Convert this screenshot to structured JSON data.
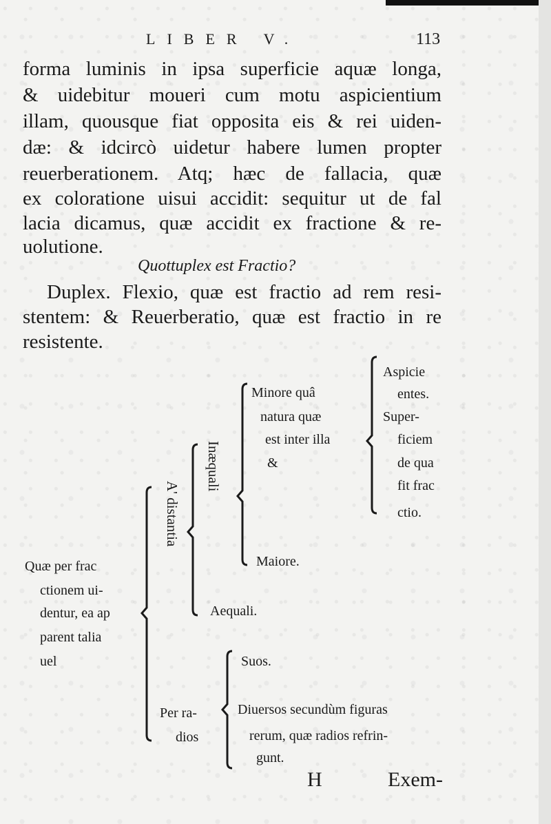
{
  "header": {
    "running_head": "LIBER V.",
    "page_number": "113"
  },
  "paragraph1": [
    "forma luminis in ipsa superficie aquæ longa,",
    "& uidebitur moueri cum motu aspicientium",
    "illam, quousque fiat opposita eis & rei uiden-",
    "dæ: & idcircò uidetur habere lumen propter",
    "reuerberationem. Atq; hæc de fallacia, quæ",
    "ex coloratione uisui accidit: sequitur ut de fal",
    "lacia dicamus, quæ accidit ex fractione & re-",
    "uolutione."
  ],
  "question": "Quottuplex est Fractio?",
  "paragraph2": [
    "Duplex. Flexio, quæ est fractio ad rem resi-",
    "stentem: & Reuerberatio, quæ est fractio in re",
    "resistente."
  ],
  "diagram": {
    "root": [
      "Quæ per frac",
      "ctionem ui-",
      "dentur, ea ap",
      "parent talia",
      "uel"
    ],
    "distantia": "A' distantia",
    "inaequali": "Inæquali",
    "minore": [
      "Minore quâ",
      "natura quæ",
      "est inter illa",
      "&"
    ],
    "aspicientes": [
      "Aspicie",
      "entes.",
      "Super-",
      "ficiem",
      "de qua",
      "fit frac",
      "ctio."
    ],
    "maiore": "Maiore.",
    "aequali": "Aequali.",
    "per_radios": [
      "Per ra-",
      "dios"
    ],
    "suos": "Suos.",
    "diuersos": [
      "Diuersos secundùm figuras",
      "rerum, quæ radios refrin-",
      "gunt."
    ]
  },
  "footer": {
    "signature": "H",
    "catchword": "Exem-"
  }
}
